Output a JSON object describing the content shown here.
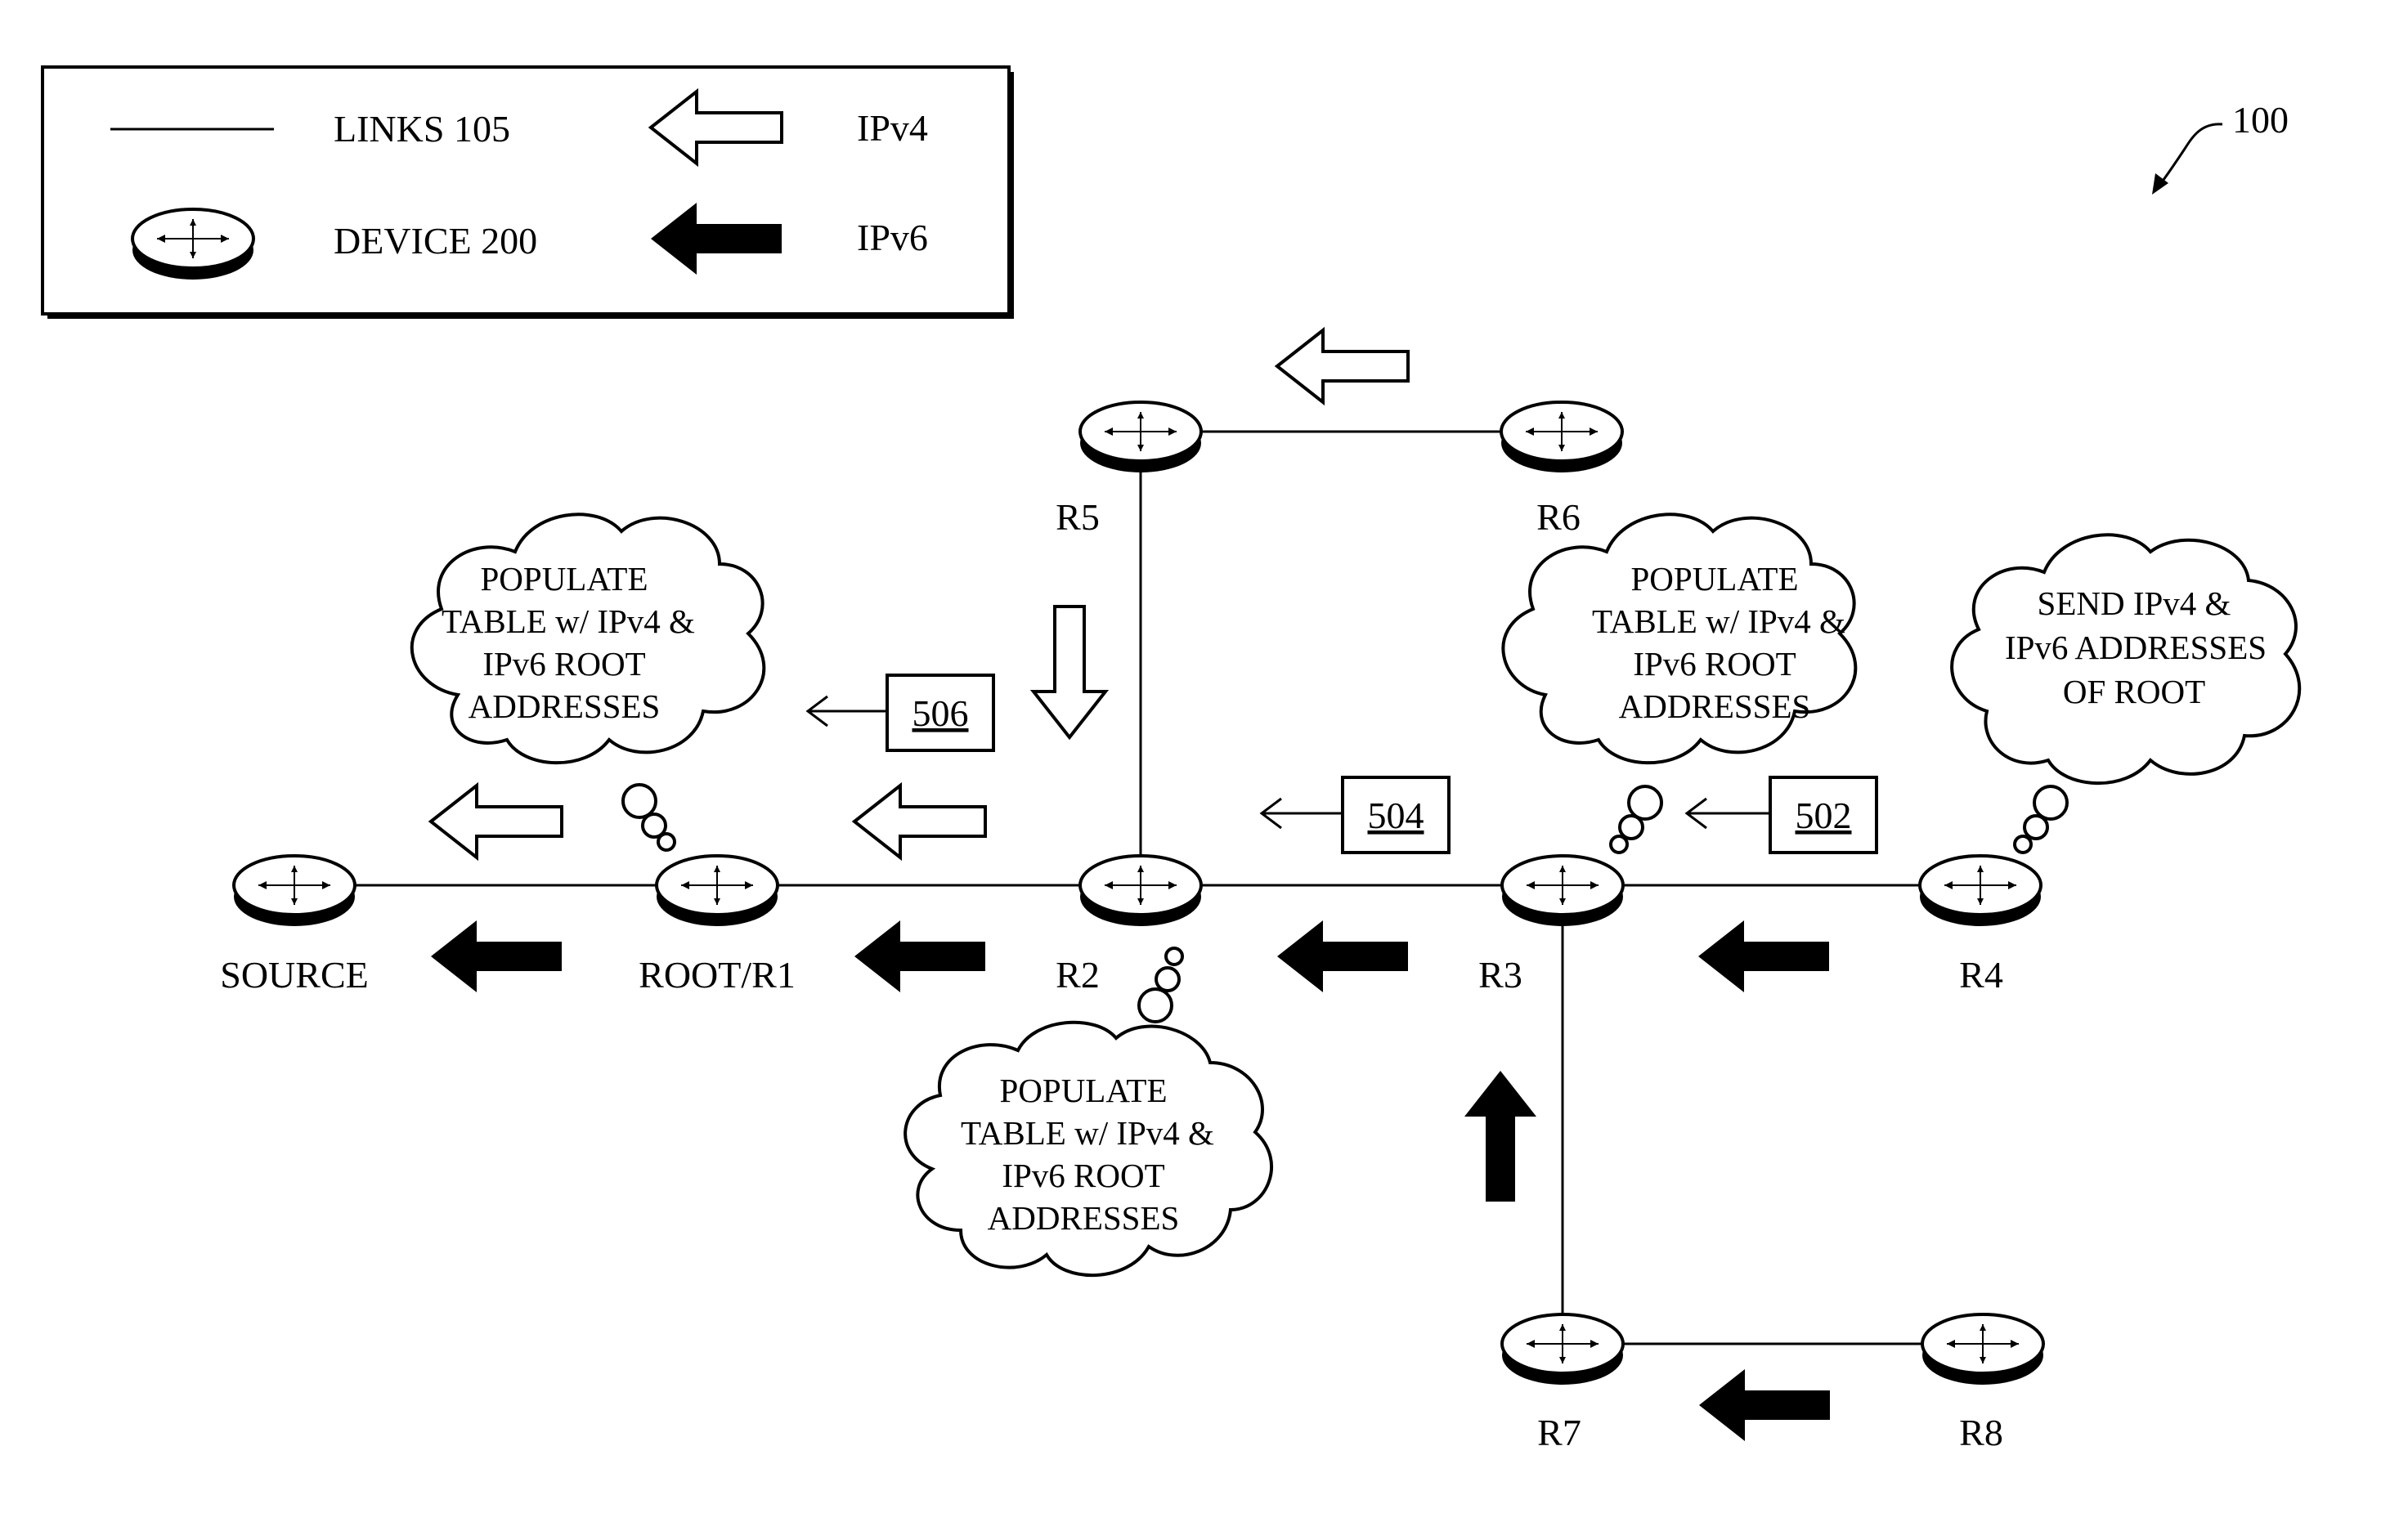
{
  "figure_ref": "100",
  "legend": {
    "links_label": "LINKS 105",
    "device_label": "DEVICE 200",
    "ipv4_label": "IPv4",
    "ipv6_label": "IPv6"
  },
  "nodes": {
    "source": "SOURCE",
    "root": "ROOT/R1",
    "r2": "R2",
    "r3": "R3",
    "r4": "R4",
    "r5": "R5",
    "r6": "R6",
    "r7": "R7",
    "r8": "R8"
  },
  "clouds": {
    "root": [
      "POPULATE",
      "TABLE w/ IPv4 &",
      "IPv6 ROOT",
      "ADDRESSES"
    ],
    "r2": [
      "POPULATE",
      "TABLE w/ IPv4 &",
      "IPv6 ROOT",
      "ADDRESSES"
    ],
    "r3": [
      "POPULATE",
      "TABLE w/ IPv4 &",
      "IPv6 ROOT",
      "ADDRESSES"
    ],
    "r4": [
      "SEND IPv4 &",
      "IPv6 ADDRESSES",
      "OF ROOT"
    ]
  },
  "refs": {
    "r502": "502",
    "r504": "504",
    "r506": "506"
  }
}
